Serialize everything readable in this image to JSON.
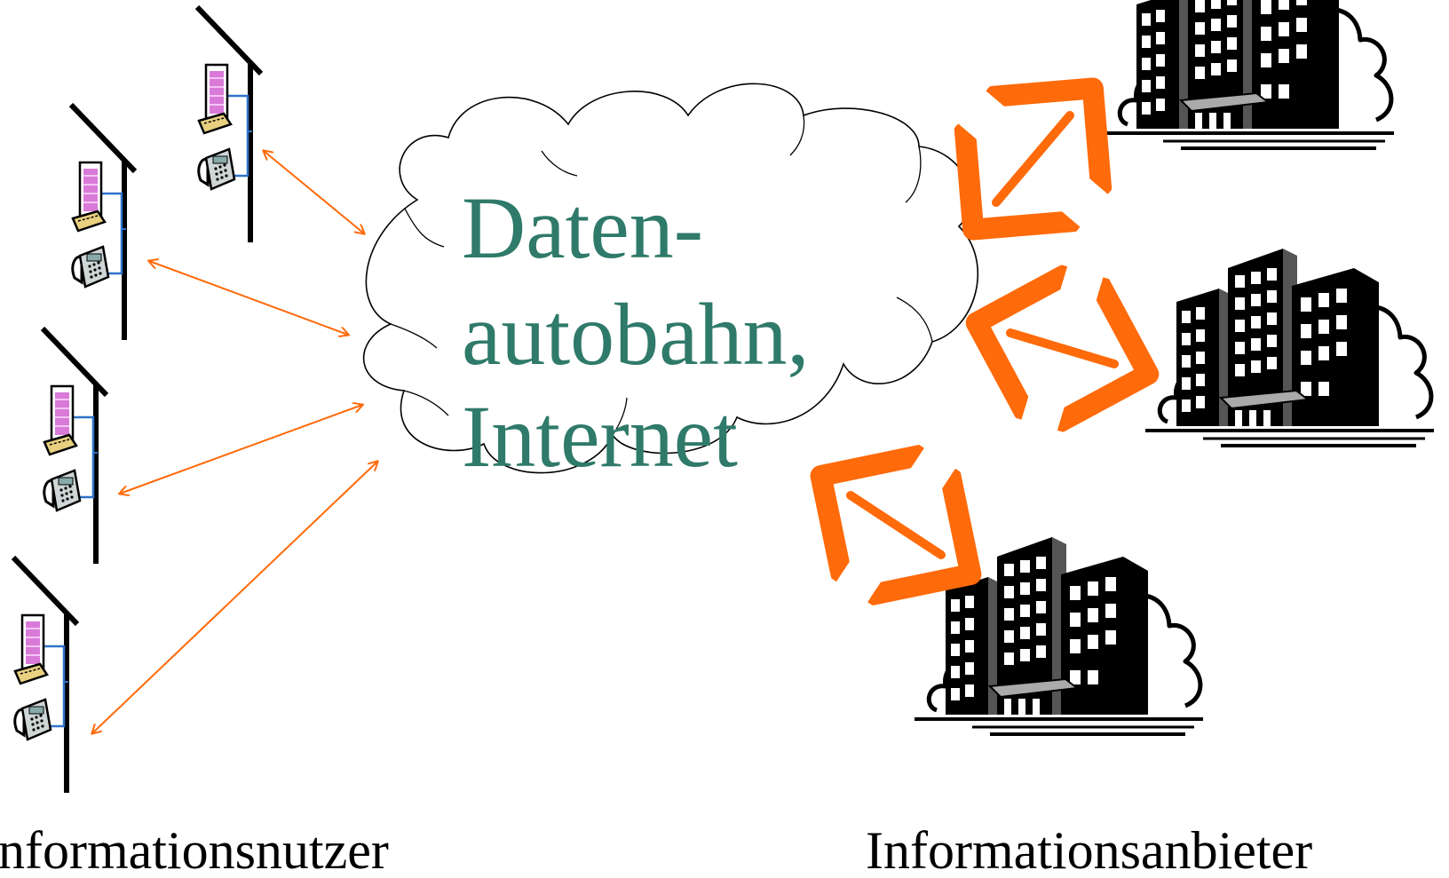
{
  "cloud": {
    "line1": "Daten-",
    "line2": "autobahn,",
    "line3": "Internet"
  },
  "captions": {
    "users": "Informationsnutzer",
    "providers": "Informationsanbieter"
  },
  "colors": {
    "accent": "#ff6a0a",
    "cloud_text": "#2f7a6a",
    "wire": "#2f73c9",
    "monitor": "#d97ad9"
  },
  "icons": {
    "user_site": [
      "house-roof-icon",
      "computer-icon",
      "telephone-icon"
    ],
    "provider_site": "office-building-icon",
    "network": "cloud-icon"
  }
}
